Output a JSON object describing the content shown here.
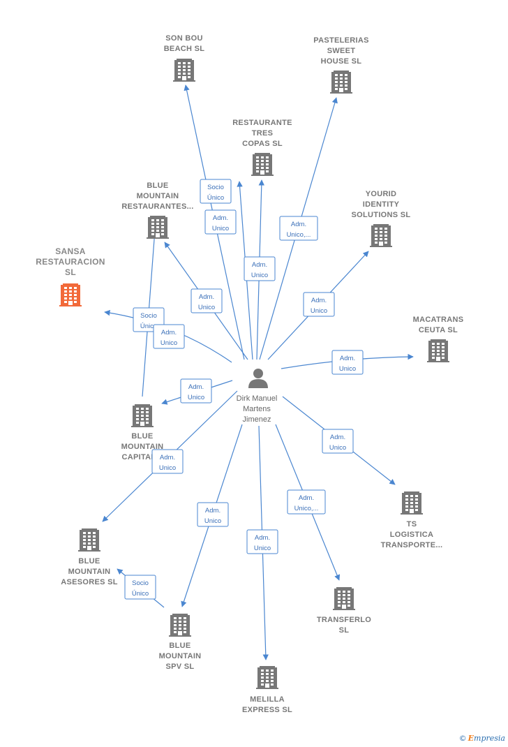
{
  "colors": {
    "edge": "#4a86d0",
    "building": "#777777",
    "focus_building": "#f26a3a",
    "person": "#777777"
  },
  "person": {
    "label": [
      "Dirk Manuel",
      "Martens",
      "Jimenez"
    ],
    "icon": "person-icon"
  },
  "companies": [
    {
      "id": "son-bou",
      "label": [
        "SON BOU",
        "BEACH  SL"
      ],
      "focus": false
    },
    {
      "id": "pastelerias",
      "label": [
        "PASTELERIAS",
        "SWEET",
        "HOUSE  SL"
      ],
      "focus": false
    },
    {
      "id": "tres-copas",
      "label": [
        "RESTAURANTE",
        "TRES",
        "COPAS  SL"
      ],
      "focus": false
    },
    {
      "id": "bm-restaurantes",
      "label": [
        "BLUE",
        "MOUNTAIN",
        "RESTAURANTES..."
      ],
      "focus": false
    },
    {
      "id": "yourid",
      "label": [
        "YOURID",
        "IDENTITY",
        "SOLUTIONS  SL"
      ],
      "focus": false
    },
    {
      "id": "sansa",
      "label": [
        "SANSA",
        "RESTAURACION",
        "SL"
      ],
      "focus": true
    },
    {
      "id": "macatrans",
      "label": [
        "MACATRANS",
        "CEUTA  SL"
      ],
      "focus": false
    },
    {
      "id": "bm-capital",
      "label": [
        "BLUE",
        "MOUNTAIN",
        "CAPITAL..."
      ],
      "focus": false
    },
    {
      "id": "ts-logistica",
      "label": [
        "TS",
        "LOGISTICA",
        "TRANSPORTE..."
      ],
      "focus": false
    },
    {
      "id": "bm-asesores",
      "label": [
        "BLUE",
        "MOUNTAIN",
        "ASESORES  SL"
      ],
      "focus": false
    },
    {
      "id": "transferlo",
      "label": [
        "TRANSFERLO",
        "SL"
      ],
      "focus": false
    },
    {
      "id": "bm-spv",
      "label": [
        "BLUE",
        "MOUNTAIN",
        "SPV  SL"
      ],
      "focus": false
    },
    {
      "id": "melilla",
      "label": [
        "MELILLA",
        "EXPRESS SL"
      ],
      "focus": false
    }
  ],
  "edges": [
    {
      "id": "e1",
      "label": [
        "Socio",
        "Único"
      ]
    },
    {
      "id": "e2",
      "label": [
        "Adm.",
        "Unico"
      ]
    },
    {
      "id": "e3",
      "label": [
        "Adm.",
        "Unico,..."
      ]
    },
    {
      "id": "e4",
      "label": [
        "Adm.",
        "Unico"
      ]
    },
    {
      "id": "e5",
      "label": [
        "Adm.",
        "Unico"
      ]
    },
    {
      "id": "e6",
      "label": [
        "Adm.",
        "Unico"
      ]
    },
    {
      "id": "e7",
      "label": [
        "Socio",
        "Único"
      ]
    },
    {
      "id": "e8",
      "label": [
        "Adm.",
        "Unico"
      ]
    },
    {
      "id": "e9",
      "label": [
        "Adm.",
        "Unico"
      ]
    },
    {
      "id": "e10",
      "label": [
        "Adm.",
        "Unico"
      ]
    },
    {
      "id": "e11",
      "label": [
        "Adm.",
        "Unico"
      ]
    },
    {
      "id": "e12",
      "label": [
        "Adm.",
        "Unico"
      ]
    },
    {
      "id": "e13",
      "label": [
        "Adm.",
        "Unico,..."
      ]
    },
    {
      "id": "e14",
      "label": [
        "Adm.",
        "Unico"
      ]
    },
    {
      "id": "e15",
      "label": [
        "Adm.",
        "Unico"
      ]
    },
    {
      "id": "e16",
      "label": [
        "Socio",
        "Único"
      ]
    }
  ],
  "brand": {
    "copyright": "©",
    "first_letter": "E",
    "rest": "mpresia"
  }
}
